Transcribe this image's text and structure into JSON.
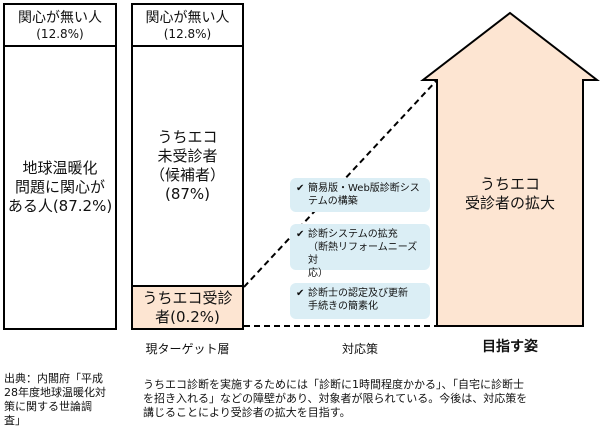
{
  "left_column": {
    "top_label": "関心が無い人",
    "top_pct": "(12.8%)",
    "main_lines": [
      "地球温暖化",
      "問題に関心が",
      "ある人(87.2%)"
    ]
  },
  "middle_column": {
    "top_label": "関心が無い人",
    "top_pct": "(12.8%)",
    "candidates_lines": [
      "うちエコ",
      "未受診者",
      "（候補者）",
      "(87%)"
    ],
    "diagnosed_lines": [
      "うちエコ受診",
      "者(0.2%)"
    ]
  },
  "measures": [
    {
      "lines": [
        "簡易版・Web版診断シス",
        "テムの構築"
      ]
    },
    {
      "lines": [
        "診断システムの拡充",
        "（断熱リフォームニーズ対",
        "応）"
      ]
    },
    {
      "lines": [
        "診断士の認定及び更新",
        "手続きの簡素化"
      ]
    }
  ],
  "arrow_lines": [
    "うちエコ",
    "受診者の拡大"
  ],
  "labels": {
    "current": "現ターゲット層",
    "measures": "対応策",
    "goal": "目指す姿"
  },
  "source_lines": [
    "出典：内閣府「平成",
    "28年度地球温暖化対",
    "策に関する世論調",
    "査」"
  ],
  "note_lines": [
    "うちエコ診断を実施するためには「診断に1時間程度かかる」、「自宅に診断士",
    "を招き入れる」などの障壁があり、対象者が限られている。今後は、対応策を",
    "講じることにより受診者の拡大を目指す。"
  ],
  "colors": {
    "peach": "#fde5d2",
    "measure_bg": "#dbeef5"
  }
}
